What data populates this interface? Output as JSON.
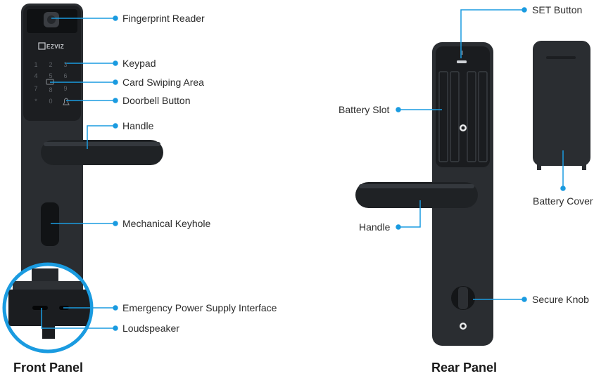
{
  "colors": {
    "accent": "#1a9be0",
    "device": "#2a2d31",
    "device_dark": "#1c1e21",
    "panel": "#15171a",
    "text": "#2b2b2b"
  },
  "brand": {
    "logo_text": "EZVIZ",
    "logo_icon": "ezviz-logo-icon"
  },
  "keypad": {
    "keys": [
      "1",
      "2",
      "3",
      "4",
      "5",
      "6",
      "7",
      "8",
      "9",
      "*",
      "0",
      "bell"
    ]
  },
  "front_panel": {
    "title": "Front Panel",
    "callouts": [
      {
        "id": "fingerprint-reader",
        "label": "Fingerprint Reader"
      },
      {
        "id": "keypad",
        "label": "Keypad"
      },
      {
        "id": "card-swiping-area",
        "label": "Card Swiping Area"
      },
      {
        "id": "doorbell-button",
        "label": "Doorbell Button"
      },
      {
        "id": "handle-front",
        "label": "Handle"
      },
      {
        "id": "mechanical-keyhole",
        "label": "Mechanical Keyhole"
      },
      {
        "id": "emergency-power",
        "label": "Emergency Power Supply Interface"
      },
      {
        "id": "loudspeaker",
        "label": "Loudspeaker"
      }
    ]
  },
  "rear_panel": {
    "title": "Rear Panel",
    "callouts": [
      {
        "id": "set-button",
        "label": "SET Button"
      },
      {
        "id": "battery-slot",
        "label": "Battery Slot"
      },
      {
        "id": "handle-rear",
        "label": "Handle"
      },
      {
        "id": "battery-cover",
        "label": "Battery Cover"
      },
      {
        "id": "secure-knob",
        "label": "Secure Knob"
      }
    ]
  }
}
